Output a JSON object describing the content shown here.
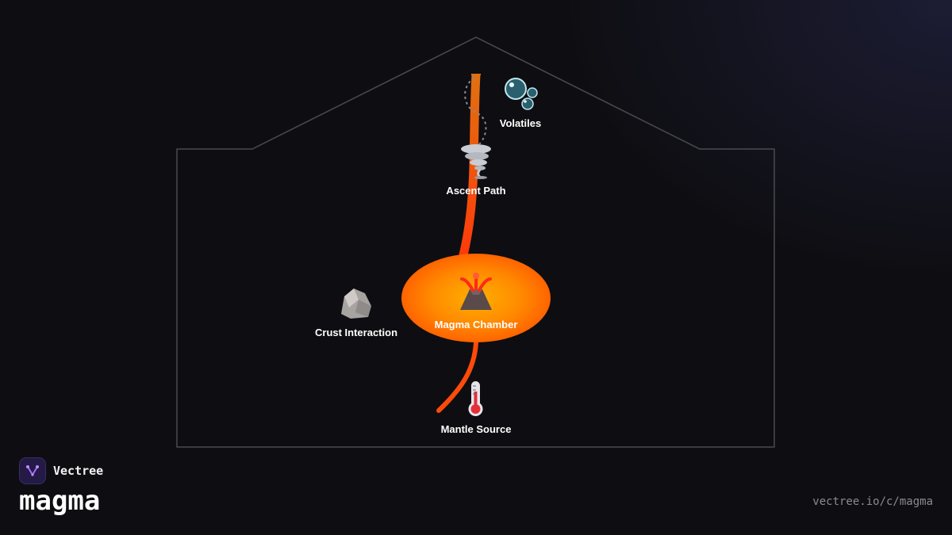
{
  "diagram": {
    "nodes": {
      "volatiles": {
        "icon": "bubbles-icon",
        "label": "Volatiles"
      },
      "ascent_path": {
        "icon": "tornado-icon",
        "label": "Ascent Path"
      },
      "magma_chamber": {
        "icon": "volcano-icon",
        "label": "Magma Chamber"
      },
      "crust_interaction": {
        "icon": "rock-icon",
        "label": "Crust Interaction"
      },
      "mantle_source": {
        "icon": "thermometer-icon",
        "label": "Mantle Source"
      }
    },
    "colors": {
      "outline": "#4a4a4e",
      "conduit_top": "#e07010",
      "conduit_bottom": "#ff4a0a",
      "chamber_core": "#ffb000",
      "chamber_edge": "#ff5a00"
    }
  },
  "footer": {
    "brand_name": "Vectree",
    "app_title": "magma",
    "url": "vectree.io/c/magma"
  }
}
